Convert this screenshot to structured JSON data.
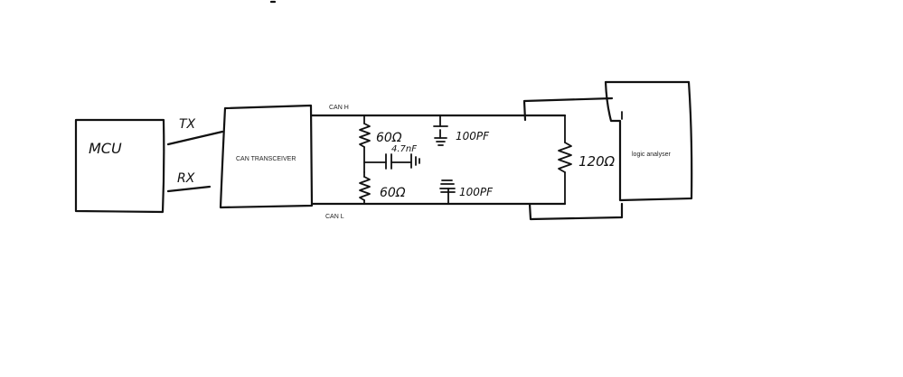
{
  "diagram": {
    "blocks": {
      "mcu": "MCU",
      "transceiver": "CAN TRANSCEIVER",
      "analyser": "logic analyser"
    },
    "signals": {
      "tx": "TX",
      "rx": "RX",
      "can_h": "CAN H",
      "can_l": "CAN L"
    },
    "components": {
      "r_top": "60Ω",
      "r_bottom": "60Ω",
      "c_mid": "4.7nF",
      "c_top": "100PF",
      "c_bottom": "100PF",
      "r_term": "120Ω"
    }
  }
}
